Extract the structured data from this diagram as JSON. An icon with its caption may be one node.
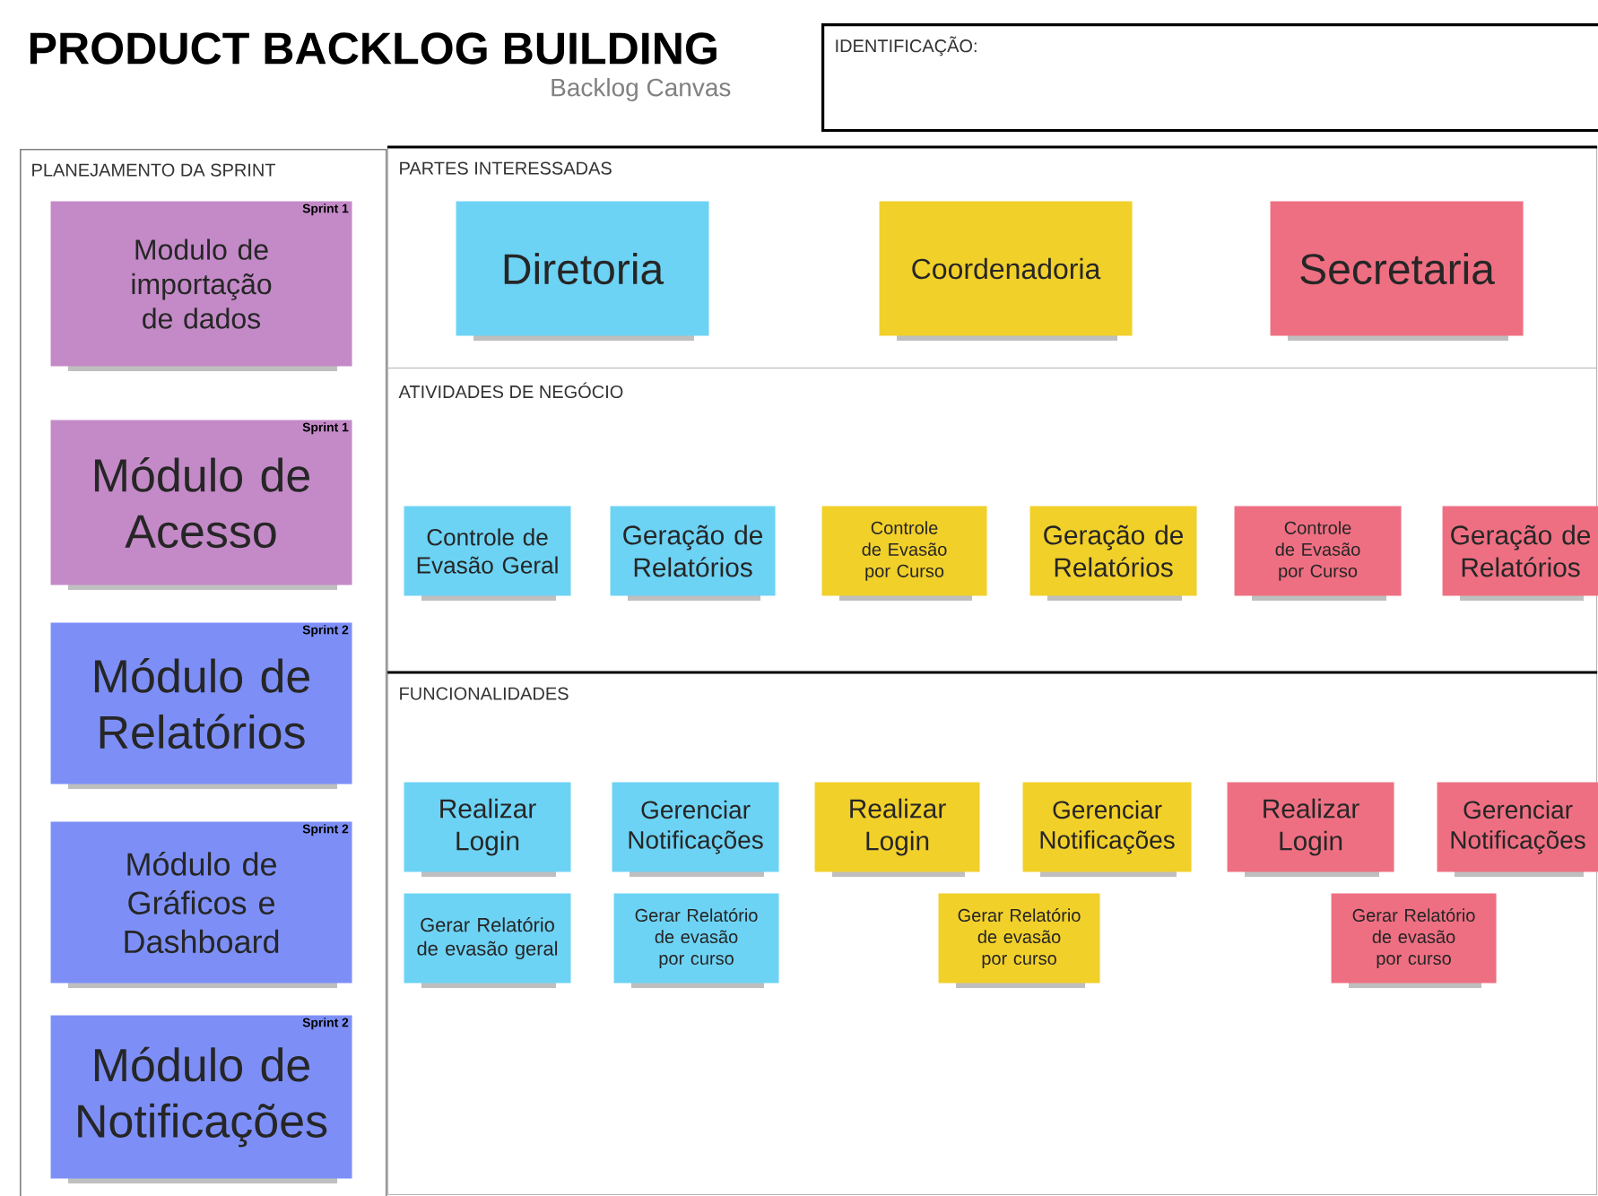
{
  "diagram": {
    "title": "PRODUCT BACKLOG BUILDING",
    "nodes": [
      {
        "text": [
          "IDENTIFICAÇÃO:"
        ]
      },
      {
        "text": [
          "PLANEJAMENTO DA SPRINT"
        ]
      },
      {
        "text": [
          "PARTES INTERESSADAS"
        ]
      },
      {
        "text": [
          "ATIVIDADES DE NEGÓCIO"
        ]
      },
      {
        "text": [
          "FUNCIONALIDADES"
        ]
      },
      {
        "text": [
          "Sprint 1",
          "Modulo de importação de dados"
        ],
        "in": 1
      },
      {
        "text": [
          "Sprint 1",
          "Módulo de Acesso"
        ],
        "in": 1
      },
      {
        "text": [
          "Sprint 2",
          "Módulo de Relatórios"
        ],
        "in": 1
      },
      {
        "text": [
          "Sprint 2",
          "Módulo de Gráficos e Dashboard"
        ],
        "in": 1
      },
      {
        "text": [
          "Sprint 2",
          "Módulo de Notificações"
        ],
        "in": 1
      },
      {
        "text": [
          "Diretoria"
        ],
        "in": 2
      },
      {
        "text": [
          "Coordenadoria"
        ],
        "in": 2
      },
      {
        "text": [
          "Secretaria"
        ],
        "in": 2
      },
      {
        "text": [
          "Controle de Evasão Geral"
        ],
        "in": 3
      },
      {
        "text": [
          "Geração de Relatórios"
        ],
        "in": 3
      },
      {
        "text": [
          "Controle de Evasão por Curso"
        ],
        "in": 3
      },
      {
        "text": [
          "Geração de Relatórios"
        ],
        "in": 3
      },
      {
        "text": [
          "Controle de Evasão por Curso"
        ],
        "in": 3
      },
      {
        "text": [
          "Geração de Relatórios"
        ],
        "in": 3
      },
      {
        "text": [
          "Realizar Login"
        ],
        "in": 4
      },
      {
        "text": [
          "Gerenciar Notificações"
        ],
        "in": 4
      },
      {
        "text": [
          "Realizar Login"
        ],
        "in": 4
      },
      {
        "text": [
          "Gerenciar Notificações"
        ],
        "in": 4
      },
      {
        "text": [
          "Realizar Login"
        ],
        "in": 4
      },
      {
        "text": [
          "Gerenciar Notificações"
        ],
        "in": 4
      },
      {
        "text": [
          "Gerar Relatório de evasão geral"
        ],
        "in": 4
      },
      {
        "text": [
          "Gerar Relatório de evasão por curso"
        ],
        "in": 4
      },
      {
        "text": [
          "Gerar Relatório de evasão por curso"
        ],
        "in": 4
      },
      {
        "text": [
          "Gerar Relatório de evasão por curso"
        ],
        "in": 4
      }
    ],
    "labels": [
      "Backlog Canvas"
    ]
  }
}
